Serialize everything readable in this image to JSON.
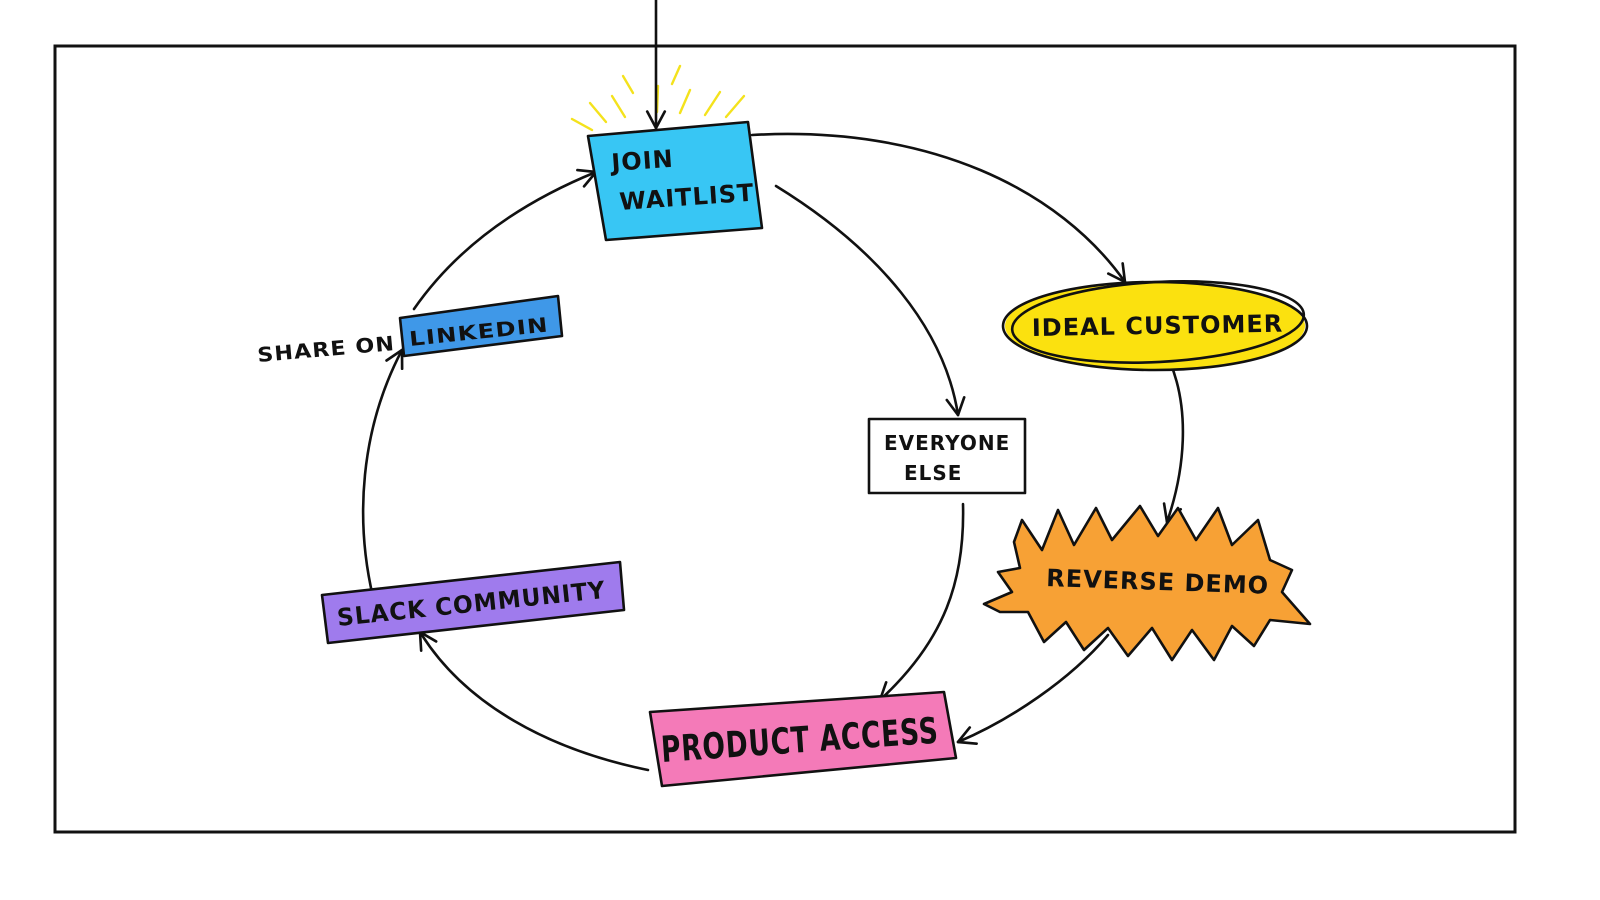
{
  "diagram": {
    "nodes": {
      "join_waitlist": {
        "line1": "JOIN",
        "line2": "WAITLIST",
        "color": "#38c6f4"
      },
      "ideal_customer": {
        "label": "IDEAL CUSTOMER",
        "color": "#fbe10f"
      },
      "reverse_demo": {
        "label": "REVERSE DEMO",
        "color": "#f7a135"
      },
      "everyone_else": {
        "line1": "EVERYONE",
        "line2": "ELSE",
        "color": "#ffffff"
      },
      "product_access": {
        "label": "PRODUCT ACCESS",
        "color": "#f47ab8"
      },
      "slack_community": {
        "label": "SLACK COMMUNITY",
        "color": "#9f7bed"
      },
      "linkedin": {
        "prefix": "SHARE ON",
        "label": "LINKEDIN",
        "color": "#3f98e8"
      }
    },
    "edges": [
      {
        "from": "entry",
        "to": "join_waitlist"
      },
      {
        "from": "join_waitlist",
        "to": "ideal_customer"
      },
      {
        "from": "join_waitlist",
        "to": "everyone_else"
      },
      {
        "from": "ideal_customer",
        "to": "reverse_demo"
      },
      {
        "from": "reverse_demo",
        "to": "product_access"
      },
      {
        "from": "everyone_else",
        "to": "product_access"
      },
      {
        "from": "product_access",
        "to": "slack_community"
      },
      {
        "from": "slack_community",
        "to": "linkedin"
      },
      {
        "from": "linkedin",
        "to": "join_waitlist"
      }
    ],
    "colors": {
      "ink": "#111111",
      "highlight_rays": "#f4e21c"
    }
  }
}
